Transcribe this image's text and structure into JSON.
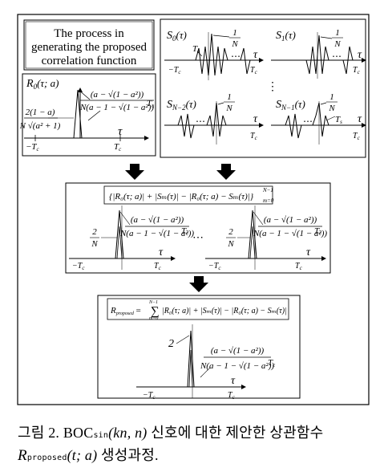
{
  "title_box": {
    "line1": "The process in",
    "line2": "generating the proposed",
    "line3": "correlation function"
  },
  "r0_panel": {
    "label": "R",
    "label_sub": "0",
    "label_args": "(τ; a)",
    "peak_formula_num": "(a − √(1 − a²))",
    "peak_formula_den": "N(a − 1 − √(1 − a²))",
    "peak_formula_tail": "T",
    "peak_formula_tail_sub": "c",
    "side_num": "2(1 − a)",
    "side_den": "N √(a² + 1)",
    "tau": "τ",
    "tick_left": "−T",
    "tick_left_sub": "c",
    "tick_right": "T",
    "tick_right_sub": "c"
  },
  "s_panels": {
    "s0": {
      "label": "S",
      "sub": "0",
      "args": "(τ)",
      "frac_num": "1",
      "frac_den": "N",
      "ts": "T",
      "ts_sub": "s",
      "tau": "τ",
      "tick_left": "−T",
      "tick_right": "T",
      "tick_sub": "c"
    },
    "s1": {
      "label": "S",
      "sub": "1",
      "args": "(τ)",
      "frac_num": "1",
      "frac_den": "N",
      "tau": "τ",
      "tick_right": "T",
      "tick_sub": "c"
    },
    "sn2": {
      "label": "S",
      "sub": "N−2",
      "args": "(τ)",
      "frac_num": "1",
      "frac_den": "N",
      "tau": "τ",
      "tick_right": "T",
      "tick_sub": "c"
    },
    "sn1": {
      "label": "S",
      "sub": "N−1",
      "args": "(τ)",
      "frac_num": "1",
      "frac_den": "N",
      "ts": "T",
      "ts_sub": "s",
      "tau": "τ",
      "tick_right": "T",
      "tick_sub": "c"
    },
    "dots_h": "⋯",
    "dots_v": "⋮"
  },
  "middle_box": {
    "formula": "{|R₀(τ; a)| + |Sₘ(τ)| − |R₀(τ; a) − Sₘ(τ)|}",
    "formula_sup": "N−1",
    "formula_sub": "m=0",
    "left_frac_num": "2",
    "left_frac_den": "N",
    "peak_formula_num": "(a − √(1 − a²))",
    "peak_formula_den": "N(a − 1 − √(1 − a²))",
    "peak_formula_tail": "T",
    "peak_formula_tail_sub": "c",
    "ellipsis": "⋯",
    "tau": "τ",
    "tick_left": "−T",
    "tick_right": "T",
    "tick_sub": "c"
  },
  "bottom_box": {
    "formula_lhs": "R",
    "formula_lhs_sub": "proposed",
    "formula_eq": "=",
    "formula_sum_top": "N−1",
    "formula_sum_bottom": "m=0",
    "formula_rhs": "|R₀(τ; a)| + |Sₘ(τ)| − |R₀(τ; a) − Sₘ(τ)|",
    "peak_label": "2",
    "peak_formula_num": "(a − √(1 − a²))",
    "peak_formula_den": "N(a − 1 − √(1 − a²))",
    "peak_formula_tail": "T",
    "peak_formula_tail_sub": "c",
    "tau": "τ",
    "tick_left": "−T",
    "tick_right": "T",
    "tick_sub": "c"
  },
  "caption": {
    "prefix": "그림 2. BOC",
    "boc_sub": "sin",
    "boc_args": "(kn, n)",
    "rest": "  신호에 대한 제안한 상관함수",
    "r": "R",
    "r_sub": "proposed",
    "r_args": "(t; a)",
    "tail": " 생성과정."
  }
}
